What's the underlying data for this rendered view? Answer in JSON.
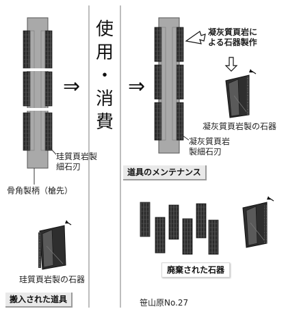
{
  "center_title": {
    "chars": [
      "使",
      "用",
      "・",
      "消",
      "費"
    ]
  },
  "labels": {
    "left_microblade": "珪質頁岩製\n細石刃",
    "left_haft": "骨角製柄（槍先）",
    "left_tool": "珪質頁岩製の石器",
    "left_section": "搬入された道具",
    "right_tuff_making": "凝灰質頁岩に\nよる石器製作",
    "right_tuff_tool": "凝灰質頁岩製の石器",
    "right_microblade": "凝灰質頁岩\n製細石刃",
    "right_maintenance": "道具のメンテナンス",
    "right_discarded": "廃棄された石器",
    "site_name": "笹山原No.27"
  },
  "arrows": {
    "symbol": "⇒"
  },
  "colors": {
    "haft": "#a8a8a8",
    "blade": "#2a2a2a",
    "divider": "#bbbbbb",
    "box": "#e9e9e9"
  }
}
